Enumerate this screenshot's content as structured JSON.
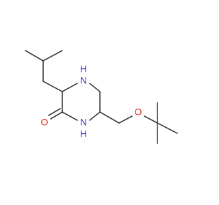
{
  "molecule": {
    "atoms": {
      "nh_top": "H",
      "n_top": "N",
      "o_carbonyl": "O",
      "nh_bottom": "H",
      "n_bottom": "N",
      "o_ether": "O"
    },
    "colors": {
      "bond": "#3b3b3b",
      "nitrogen": "#3b3bd9",
      "oxygen": "#e0271f"
    }
  }
}
